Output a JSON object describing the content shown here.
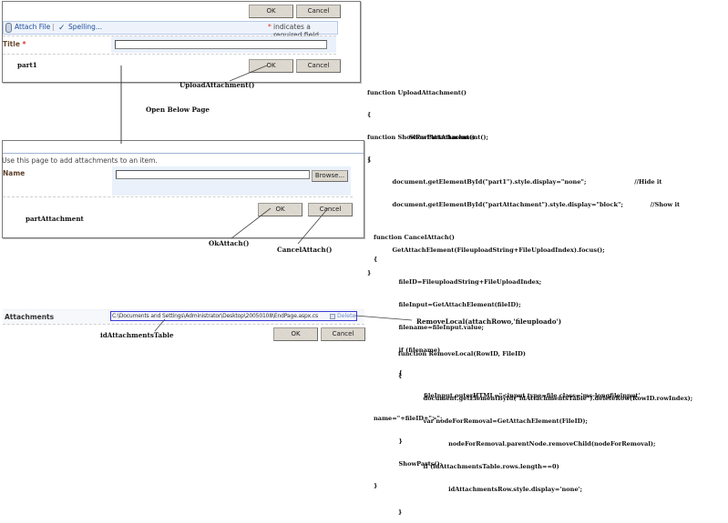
{
  "panel_top": {
    "buttons_top": {
      "ok": "OK",
      "cancel": "Cancel"
    },
    "toolbar": {
      "attach_file": "Attach File",
      "separator": "|",
      "spelling": "Spelling...",
      "required_marker": "*",
      "required_note": "indicates a required field"
    },
    "title_label": "Title",
    "title_required": "*",
    "title_value": "",
    "section_label": "part1",
    "buttons_bottom": {
      "ok": "OK",
      "cancel": "Cancel"
    }
  },
  "annotations": {
    "upload_attachment": "UploadAttachment()",
    "open_below_page": "Open Below Page",
    "part_attachment": "partAttachment",
    "ok_attach": "OkAttach()",
    "cancel_attach": "CancelAttach()",
    "remove_local": "RemoveLocal(attachRowo,'fileuploado')",
    "id_attachments_table": "idAttachmentsTable"
  },
  "panel_attach": {
    "instruction": "Use this page to add attachments to an item.",
    "name_label": "Name",
    "name_value": "",
    "browse": "Browse...",
    "ok": "OK",
    "cancel": "Cancel"
  },
  "attachments_row": {
    "label": "Attachments",
    "file_path": "C:\\Documents and Settings\\Administrator\\Desktop\\20050108\\EndPage.aspx.cs",
    "delete": "Delete",
    "ok": "OK",
    "cancel": "Cancel"
  },
  "code": {
    "upload_attachment": [
      "function UploadAttachment()",
      "{",
      "                    ShowPartAttachment();",
      "}"
    ],
    "show_part_attachment": [
      "function ShowPartAttachment()",
      "{",
      "            document.getElementById(\"part1\").style.display=\"none\";                       //Hide it",
      "            document.getElementById(\"partAttachment\").style.display=\"block\";             //Show it",
      "",
      "            GetAttachElement(FileuploadString+FileUploadIndex).focus();",
      "}"
    ],
    "cancel_attach": [
      "function CancelAttach()",
      "{",
      "            fileID=FileuploadString+FileUploadIndex;",
      "            fileInput=GetAttachElement(fileID);",
      "            filename=fileInput.value;",
      "            if (filename)",
      "            {",
      "                        fileInput.outerHTML=\"<input type=file class='ms-longfileinput'",
      "name=\"+fileID+\">\";",
      "            }",
      "            ShowParts();",
      "}"
    ],
    "remove_local": [
      "function RemoveLocal(RowID, FileID)",
      "{",
      "            document.getElementById(\"idAttachmentsTable\").deleteRow(RowID.rowIndex);",
      "            var nodeForRemoval=GetAttachElement(FileID);",
      "                        nodeForRemoval.parentNode.removeChild(nodeForRemoval);",
      "            if (idAttachmentsTable.rows.length==0)",
      "                        idAttachmentsRow.style.display='none';",
      "}"
    ]
  }
}
